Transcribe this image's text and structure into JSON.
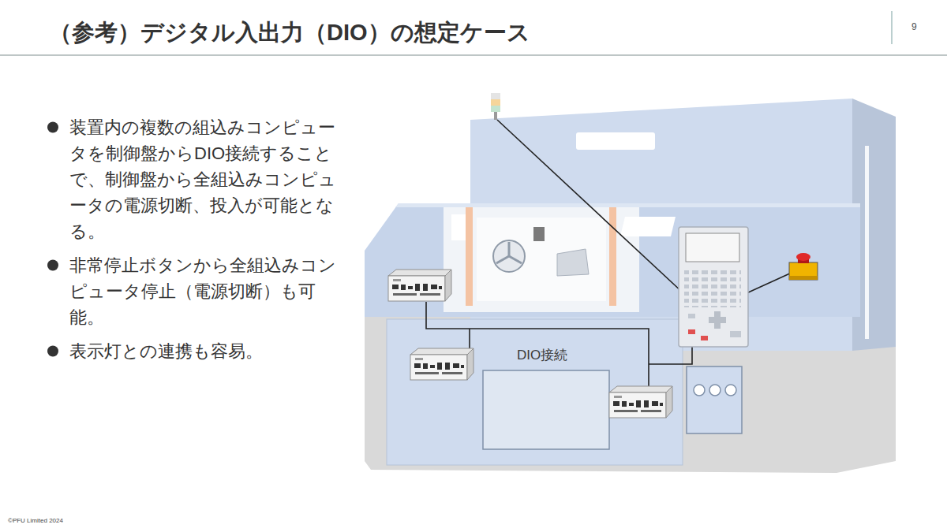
{
  "diagram": {
    "title": "（参考）デジタル入出力（DIO）の想定ケース",
    "labels": [
      "9",
      "装置内の複数の組込みコンピュータを制御盤からDIO接続することで、制御盤から全組込みコンピュータの電源切断、投入が可能となる。",
      "非常停止ボタンから全組込みコンピュータ停止（電源切断）も可能。",
      "表示灯との連携も容易。",
      "DIO接続",
      "©PFU Limited 2024"
    ]
  }
}
